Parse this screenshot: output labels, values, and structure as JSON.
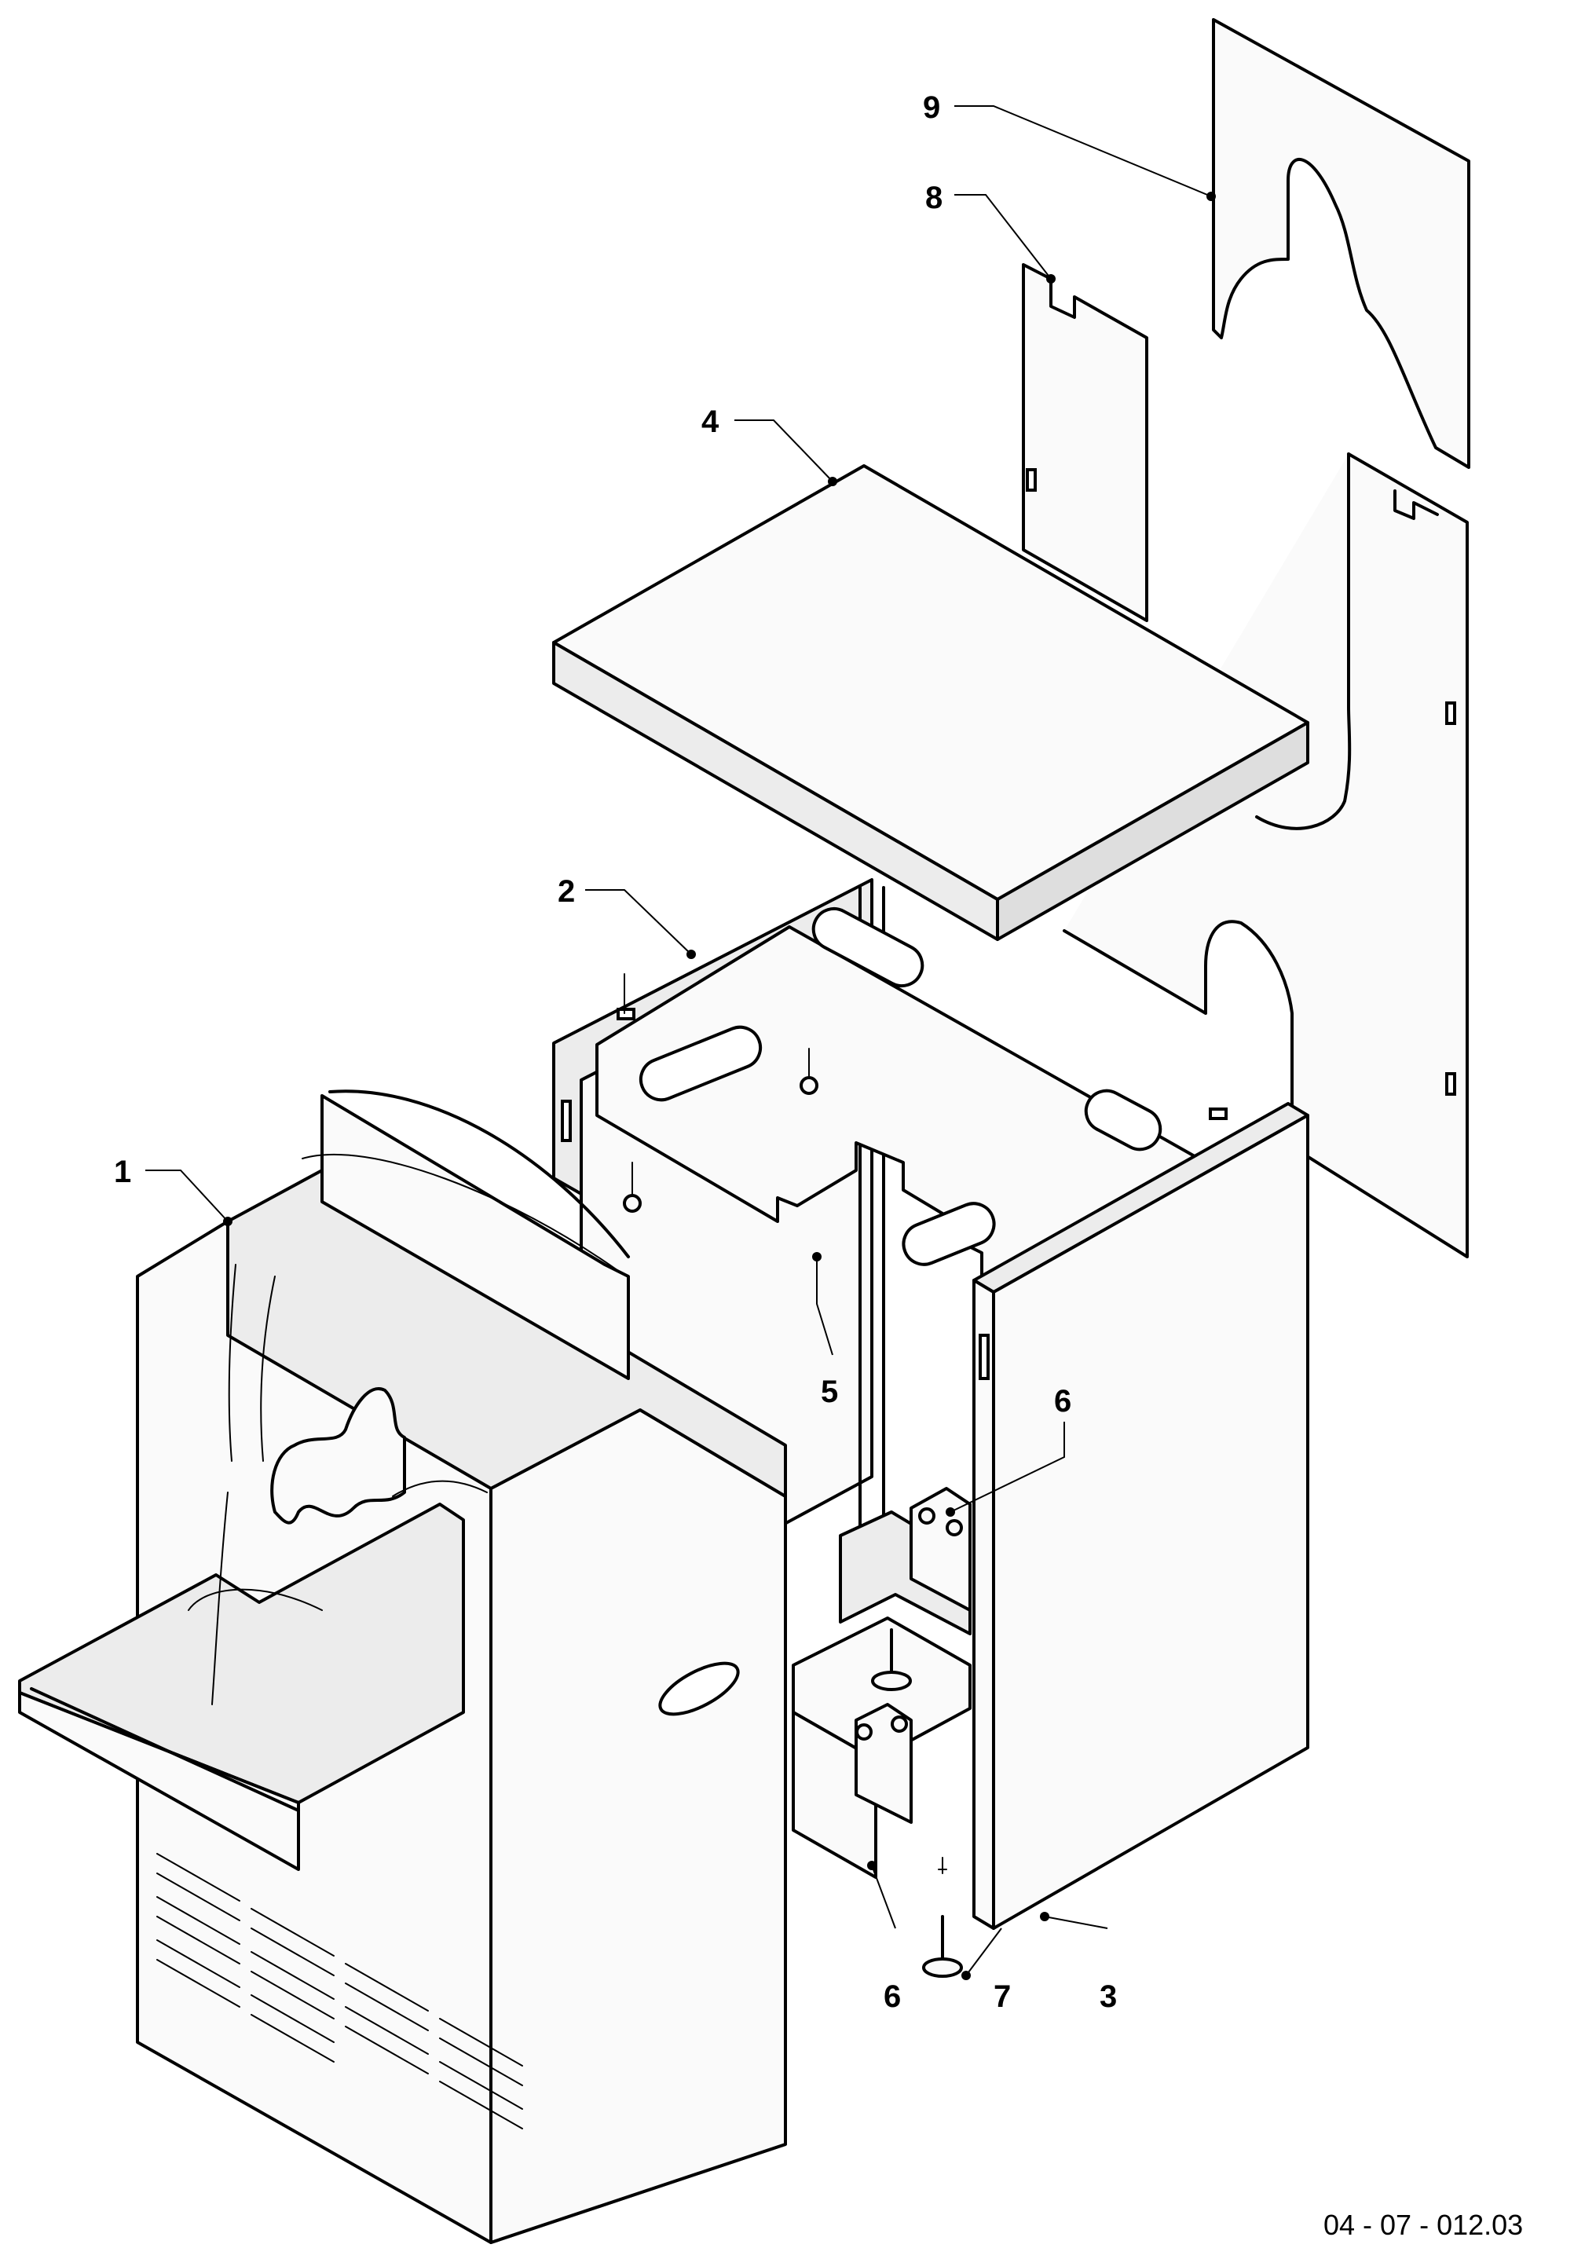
{
  "callouts": {
    "c1": "1",
    "c2": "2",
    "c3": "3",
    "c4": "4",
    "c5": "5",
    "c6a": "6",
    "c6b": "6",
    "c7": "7",
    "c8": "8",
    "c9": "9"
  },
  "reference_code": "04 - 07 - 012.03"
}
